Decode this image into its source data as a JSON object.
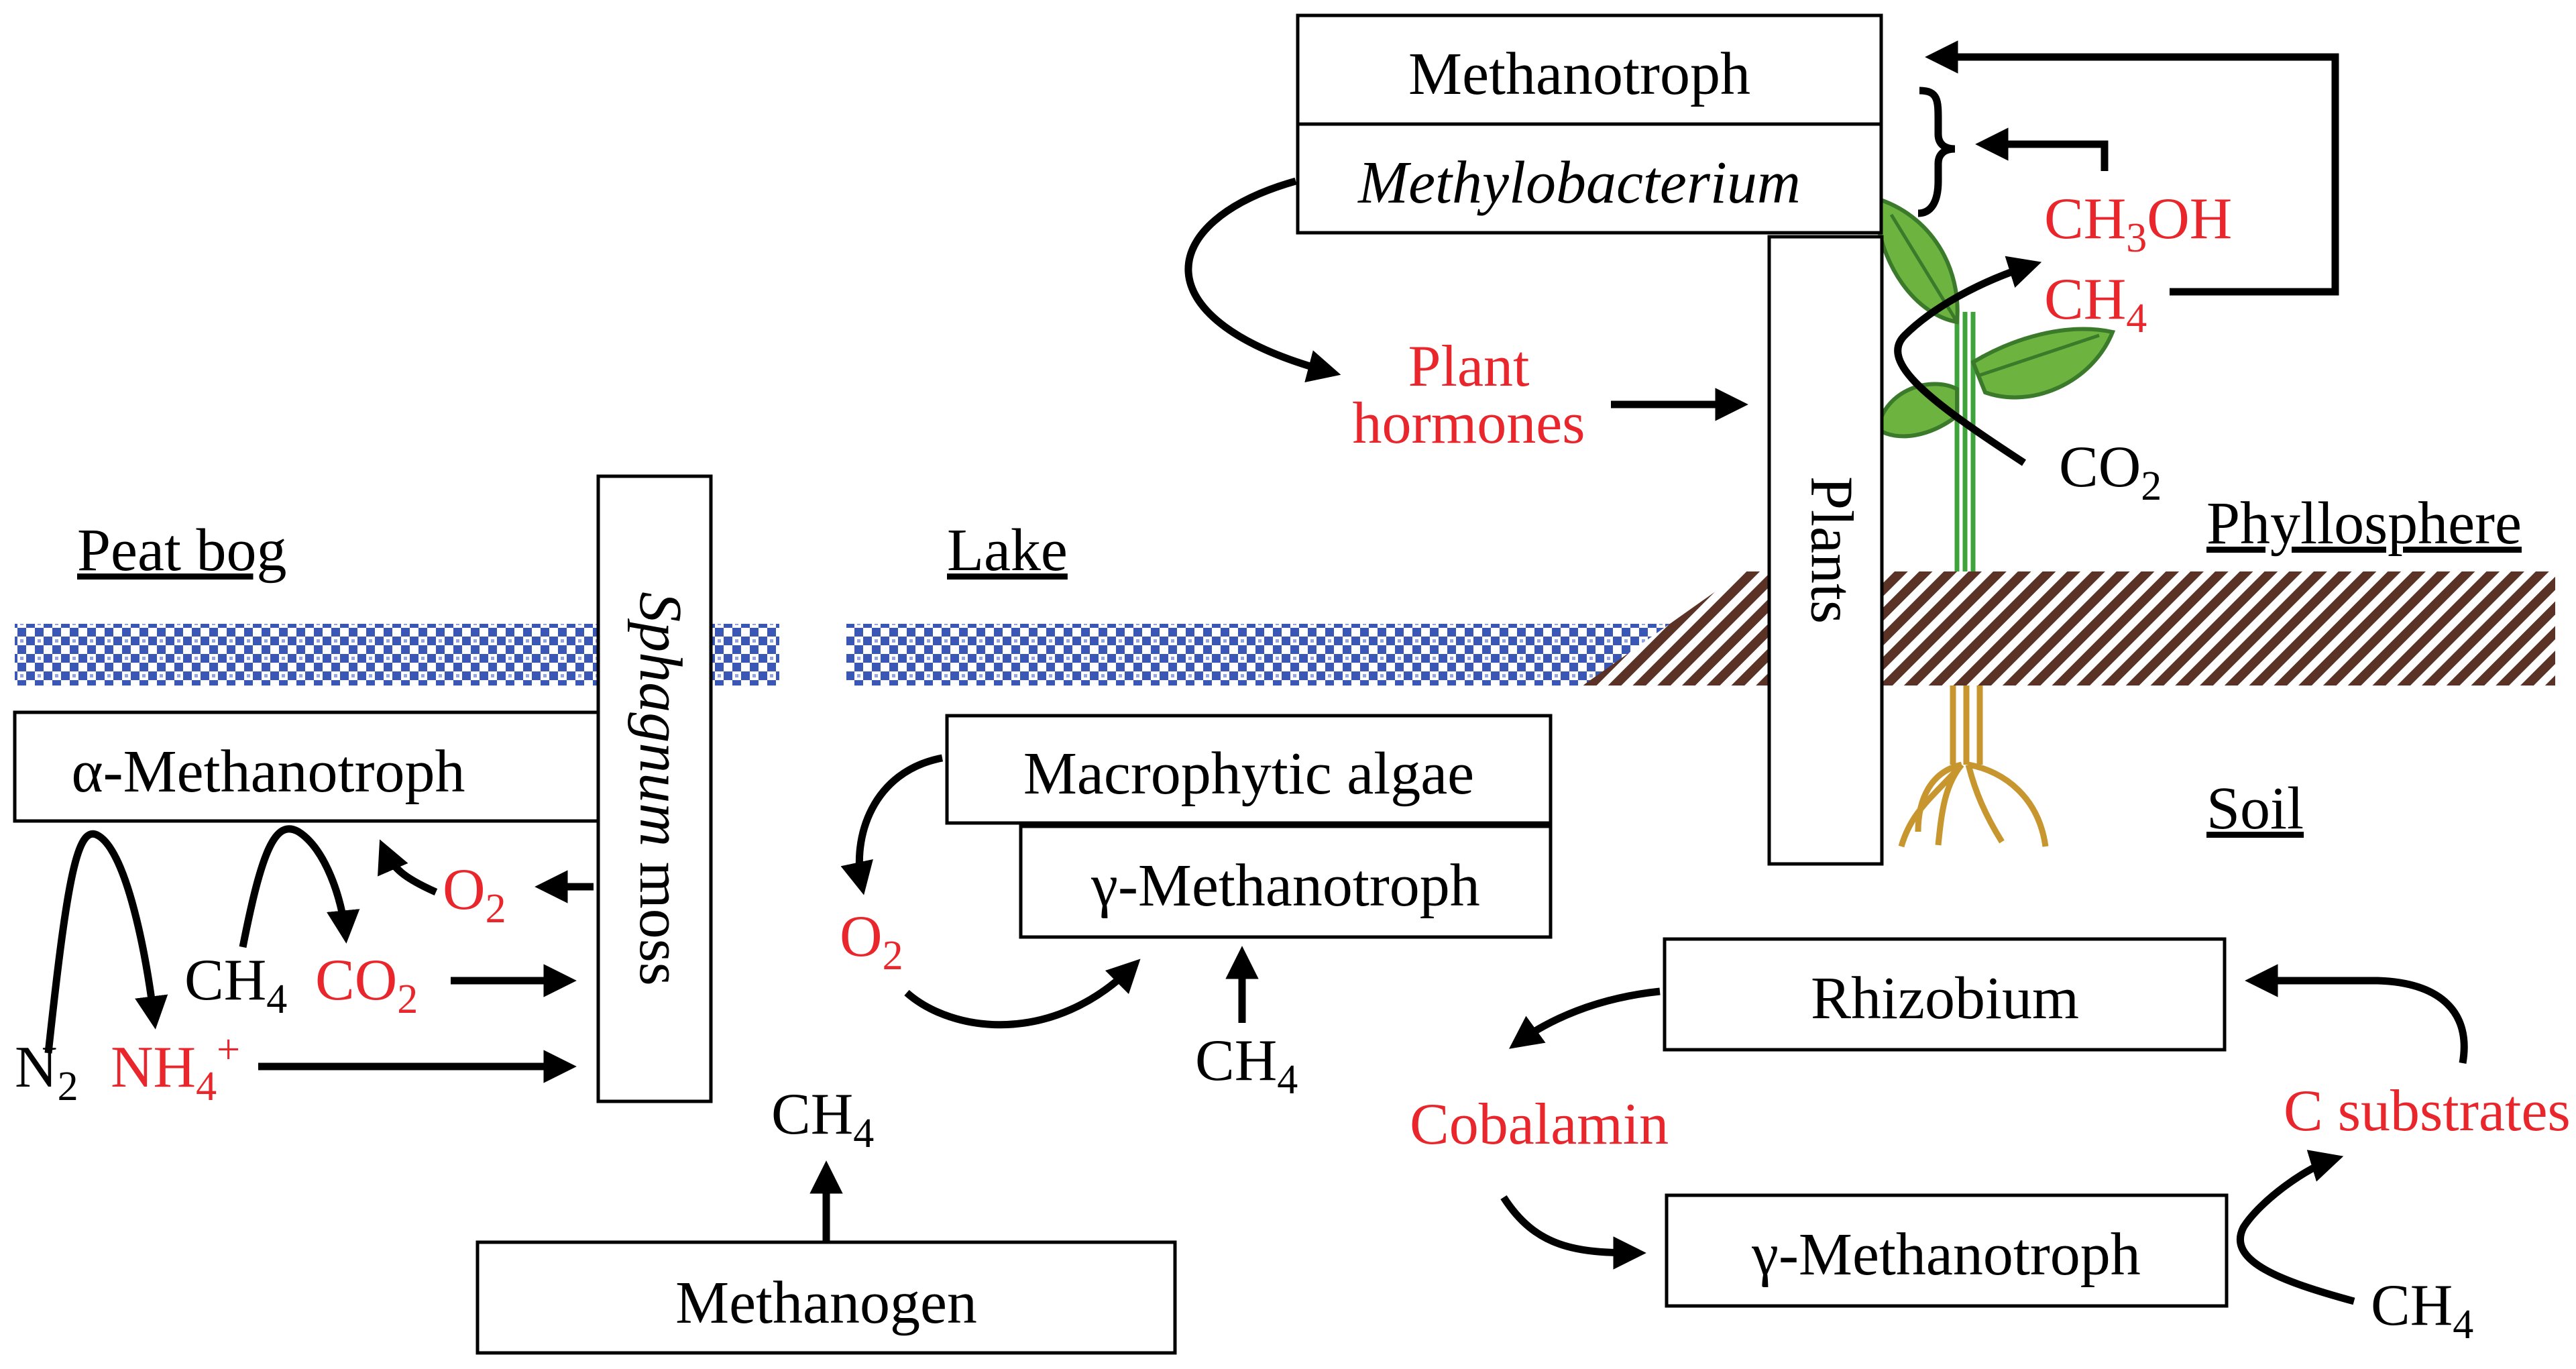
{
  "colors": {
    "text": "#000000",
    "highlight": "#e8262b",
    "water": "#3b57b5",
    "soil": "#5b3326",
    "leaf": "#6db33f",
    "leaf_dark": "#3a7a2a",
    "stem": "#3ea33a",
    "root": "#c8962e"
  },
  "headings": {
    "peat_bog": "Peat bog",
    "lake": "Lake",
    "phyllosphere": "Phyllosphere",
    "soil": "Soil"
  },
  "boxes": {
    "methanotroph": "Methanotroph",
    "methylobacterium": "Methylobacterium",
    "plants": "Plants",
    "alpha_methanotroph": "α-Methanotroph",
    "sphagnum_italic": "Sphagnum",
    "sphagnum_rest": " moss",
    "macrophytic_algae": "Macrophytic algae",
    "gamma_methanotroph_lake": "γ-Methanotroph",
    "methanogen": "Methanogen",
    "rhizobium": "Rhizobium",
    "gamma_methanotroph_soil": "γ-Methanotroph"
  },
  "labels": {
    "plant_hormones_line1": "Plant",
    "plant_hormones_line2": "hormones",
    "ch3oh_a": "CH",
    "ch3oh_sub": "3",
    "ch3oh_b": "OH",
    "ch4_phyllo": "CH",
    "co2_phyllo": "CO",
    "o2_bog": "O",
    "ch4_bog": "CH",
    "co2_bog": "CO",
    "n2": "N",
    "nh4": "NH",
    "nh4_sub": "4",
    "nh4_sup": "+",
    "o2_lake": "O",
    "ch4_lake": "CH",
    "ch4_methanogen": "CH",
    "cobalamin": "Cobalamin",
    "c_substrates": "C substrates",
    "ch4_soil": "CH",
    "sub_2": "2",
    "sub_4": "4"
  }
}
